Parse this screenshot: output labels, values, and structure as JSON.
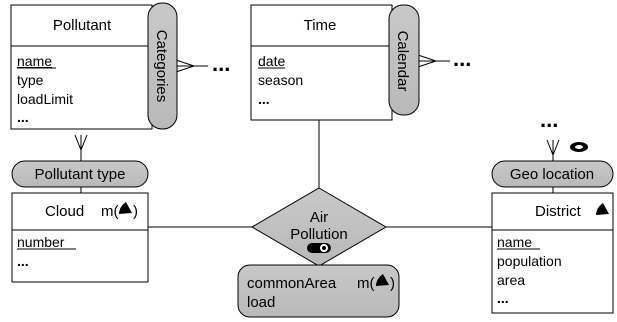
{
  "entities": {
    "pollutant": {
      "title": "Pollutant",
      "key": "name",
      "attrs": [
        "type",
        "loadLimit",
        "..."
      ]
    },
    "time": {
      "title": "Time",
      "key": "date",
      "attrs": [
        "season",
        "..."
      ]
    },
    "cloud": {
      "title": "Cloud",
      "marker": "m(",
      "marker_close": ")",
      "key": "number",
      "attrs": [
        "..."
      ]
    },
    "district": {
      "title": "District",
      "key": "name",
      "attrs": [
        "population",
        "area",
        "..."
      ]
    }
  },
  "hierarchies": {
    "categories": "Categories",
    "calendar": "Calendar",
    "pollutant_type": "Pollutant type",
    "geo_location": "Geo location"
  },
  "relationship": {
    "name_line1": "Air",
    "name_line2": "Pollution",
    "attributes": {
      "line1": "commonArea",
      "marker": "m(",
      "marker_close": ")",
      "line2": "load"
    }
  },
  "ellipsis": "..."
}
